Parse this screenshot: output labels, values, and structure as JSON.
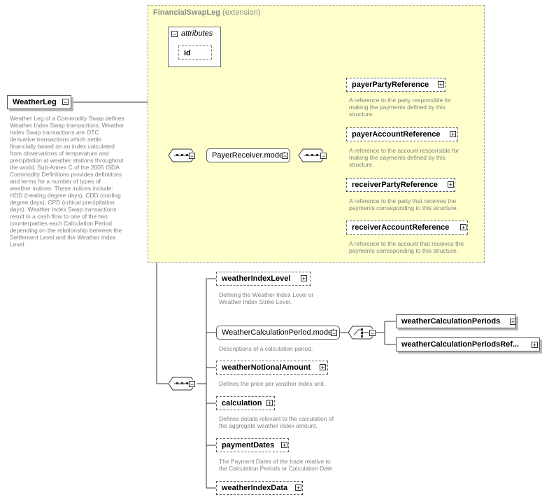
{
  "extension": {
    "type_name": "FinancialSwapLeg",
    "label": "(extension)"
  },
  "attributes": {
    "title": "attributes",
    "id_label": "id"
  },
  "root": {
    "label": "WeatherLeg",
    "description": [
      "Weather Leg of a Commodity Swap defines",
      "Weather Index Swap transactions. Weather",
      "Index Swap transactions are OTC",
      "derivative transactions which settle",
      "financially based on an index calculated",
      "from observations of temperature and",
      "precipitation at weather stations throughout",
      "the world. Sub-Annex C of the 2005 ISDA",
      "Commodity Definitions provides definitions",
      "and terms for a number of types of",
      "weather indices. These indices include:",
      "HDD (heating degree days), CDD (cooling",
      "degree days), CPD (critical precipitation",
      "days). Weather Index Swap transactions",
      "result in a cash flow to one of the two",
      "counterparties each Calculation Period",
      "depending on the relationship between the",
      "Settlement Level and the Weather Index",
      "Level."
    ]
  },
  "payer_receiver_group": {
    "label": "PayerReceiver.model",
    "items": [
      {
        "label": "payerPartyReference",
        "description": [
          "A reference to the party responsible for",
          "making the payments defined by this",
          "structure."
        ]
      },
      {
        "label": "payerAccountReference",
        "description": [
          "A reference to the account responsible for",
          "making the payments defined by this",
          "structure."
        ]
      },
      {
        "label": "receiverPartyReference",
        "description": [
          "A reference to the party that receives the",
          "payments corresponding to this structure."
        ]
      },
      {
        "label": "receiverAccountReference",
        "description": [
          "A reference to the account that receives the",
          "payments corresponding to this structure."
        ]
      }
    ]
  },
  "weather_elements": [
    {
      "label": "weatherIndexLevel",
      "description": [
        "Defining the Weather Index Level or",
        "Weather Index Strike Level."
      ]
    },
    {
      "label": "WeatherCalculationPeriod.model",
      "description": [
        "Descriptions of a calculation period."
      ]
    },
    {
      "label": "weatherNotionalAmount",
      "description": [
        "Defines the price per weather index unit."
      ]
    },
    {
      "label": "calculation",
      "description": [
        "Defines details relevant to the calculation of",
        "the aggregate weather index amount."
      ]
    },
    {
      "label": "paymentDates",
      "description": [
        "The Payment Dates of the trade relative to",
        "the Calculation Periods or Calculation Date"
      ]
    },
    {
      "label": "weatherIndexData",
      "description": []
    }
  ],
  "choice_items": [
    {
      "label": "weatherCalculationPeriods"
    },
    {
      "label": "weatherCalculationPeriodsRef..."
    }
  ],
  "symbols": {
    "collapse": "−",
    "expand": "+"
  },
  "colors": {
    "extension_bg": "#ffffcc",
    "border": "#5a5a5a",
    "description_text": "#808080"
  }
}
